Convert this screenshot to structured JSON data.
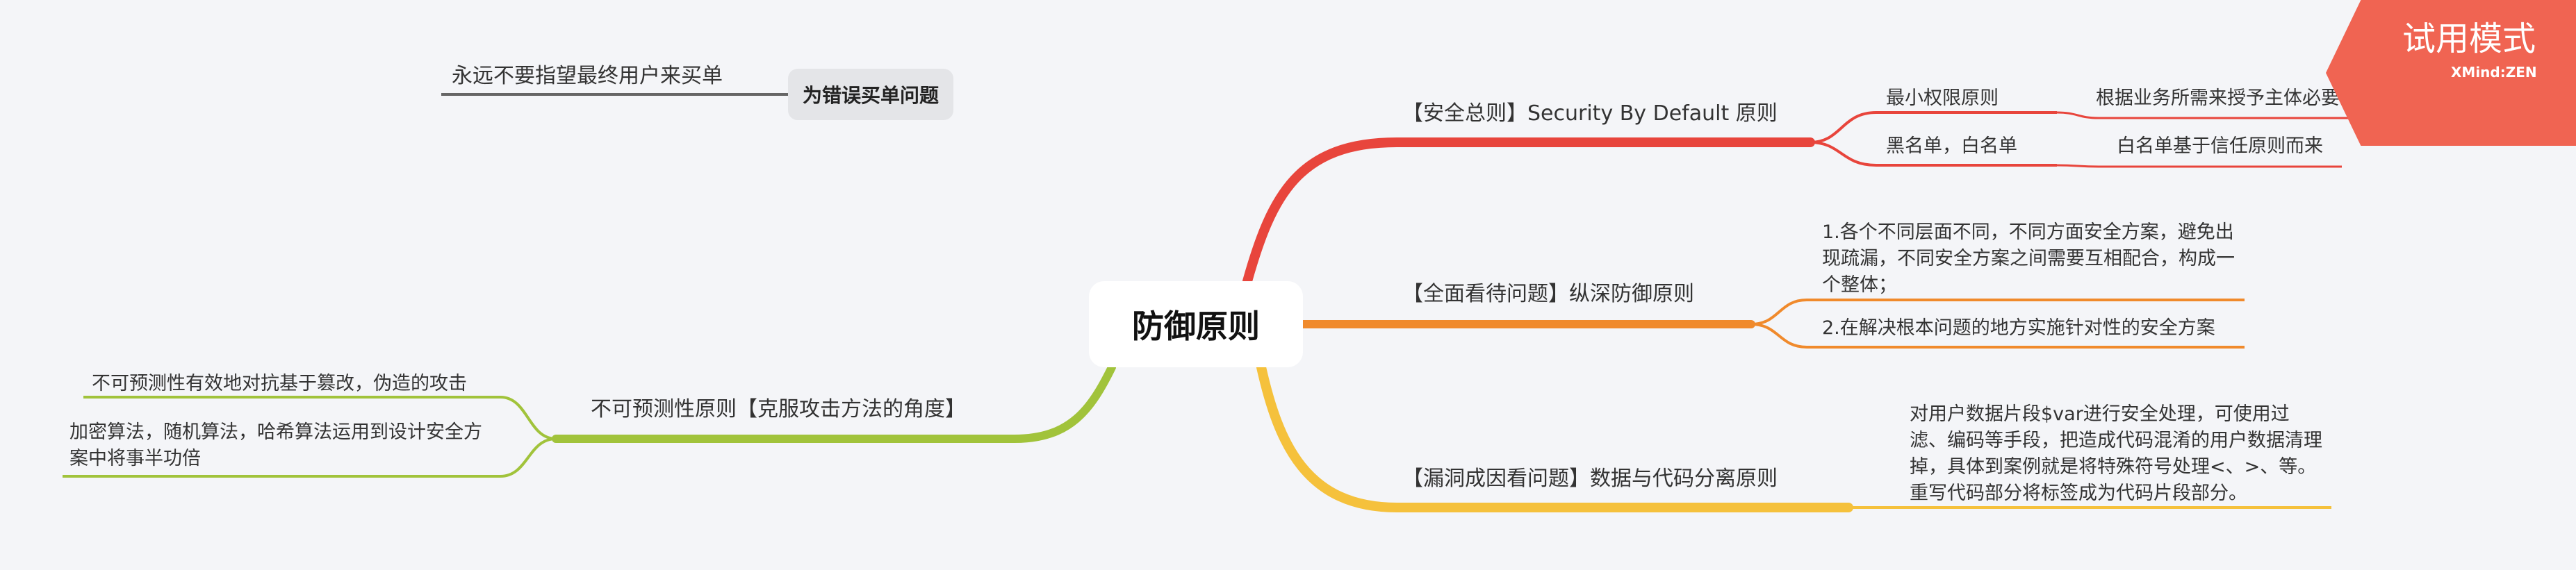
{
  "central_topic": "防御原则",
  "floating_topic": {
    "label": "为错误买单问题",
    "note": "永远不要指望最终用户来买单"
  },
  "branches": [
    {
      "label": "【安全总则】Security By Default 原则",
      "color": "#e8453c",
      "children": [
        {
          "label": "最小权限原则",
          "detail": "根据业务所需来授予主体必要权限，不过度授权"
        },
        {
          "label": "黑名单，白名单",
          "detail": "白名单基于信任原则而来"
        }
      ]
    },
    {
      "label": "【全面看待问题】纵深防御原则",
      "color": "#f08a2c",
      "children": [
        {
          "label": "1.各个不同层面不同，不同方面安全方案，避免出现疏漏，不同安全方案之间需要互相配合，构成一个整体；"
        },
        {
          "label": "2.在解决根本问题的地方实施针对性的安全方案"
        }
      ]
    },
    {
      "label": "【漏洞成因看问题】数据与代码分离原则",
      "color": "#f5c13c",
      "children": [
        {
          "label": "对用户数据片段$var进行安全处理，可使用过滤、编码等手段，把造成代码混淆的用户数据清理掉，具体到案例就是将特殊符号处理<、>、等。重写代码部分将标签成为代码片段部分。"
        }
      ]
    },
    {
      "label": "不可预测性原则【克服攻击方法的角度】",
      "color": "#a1c33b",
      "children": [
        {
          "label": "不可预测性有效地对抗基于篡改，伪造的攻击"
        },
        {
          "label": "加密算法，随机算法，哈希算法运用到设计安全方案中将事半功倍"
        }
      ]
    }
  ],
  "watermark": {
    "title": "试用模式",
    "brand": "XMind:ZEN"
  }
}
